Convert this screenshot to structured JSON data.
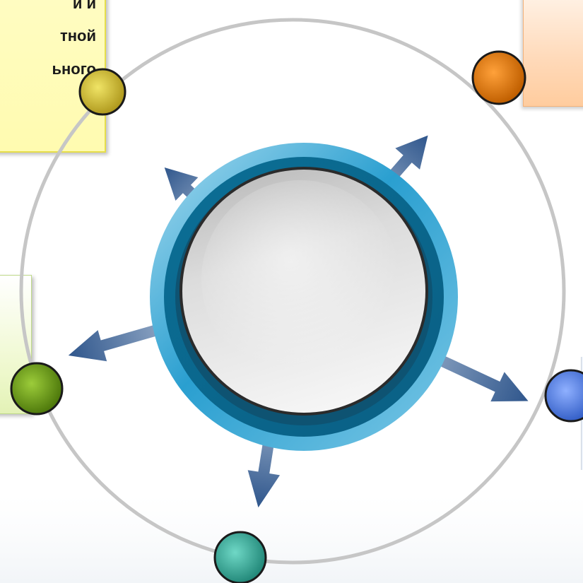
{
  "notes": {
    "yellow": {
      "lines": [
        "и и",
        "тной",
        "ьного"
      ]
    }
  },
  "colors": {
    "ring": "#c6c6c6",
    "arrow": "#3a5a8c",
    "hub_blue": "#1f95c8",
    "node_yellow": "#d8c437",
    "node_orange": "#e07c00",
    "node_green": "#6a9a17",
    "node_blue": "#4f83e8",
    "node_teal": "#38b0a0"
  }
}
